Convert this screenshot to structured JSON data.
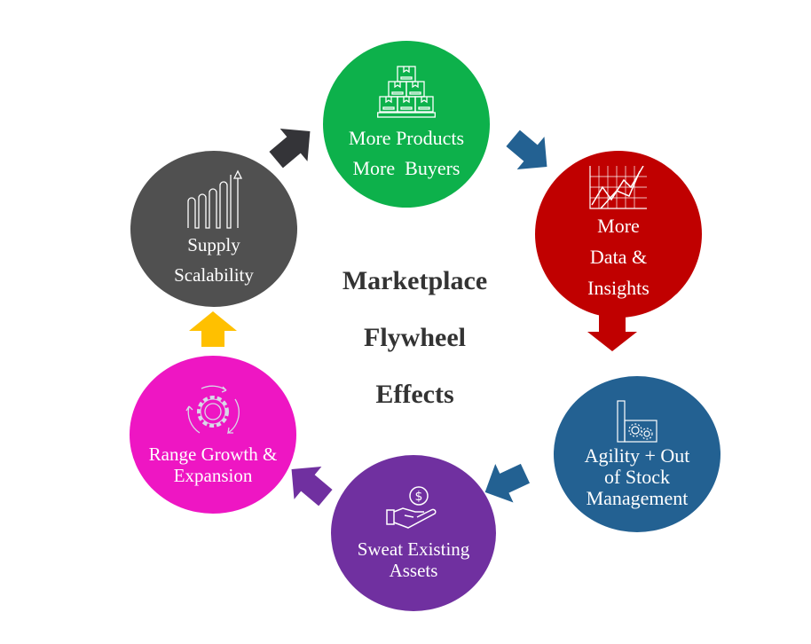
{
  "title": [
    "Marketplace",
    "Flywheel",
    "Effects"
  ],
  "nodes": [
    {
      "id": "more-products",
      "icon": "stacked-boxes-icon",
      "lines": [
        "More Products",
        "More  Buyers"
      ],
      "color": "#0db14b"
    },
    {
      "id": "more-data",
      "icon": "line-chart-icon",
      "lines": [
        "More",
        "Data &",
        "Insights"
      ],
      "color": "#c00000"
    },
    {
      "id": "agility",
      "icon": "factory-gears-icon",
      "lines": [
        "Agility + Out",
        "of Stock",
        "Management"
      ],
      "color": "#236192"
    },
    {
      "id": "sweat-assets",
      "icon": "hand-dollar-icon",
      "lines": [
        "Sweat Existing",
        "Assets"
      ],
      "color": "#7030a0"
    },
    {
      "id": "range-growth",
      "icon": "gear-cycle-icon",
      "lines": [
        "Range Growth &",
        "Expansion"
      ],
      "color": "#ee16c3"
    },
    {
      "id": "supply-scalability",
      "icon": "growth-bars-icon",
      "lines": [
        "Supply",
        "Scalability"
      ],
      "color": "#505050"
    }
  ],
  "arrows": [
    {
      "from": "supply-scalability",
      "to": "more-products",
      "color": "#343438"
    },
    {
      "from": "more-products",
      "to": "more-data",
      "color": "#236192"
    },
    {
      "from": "more-data",
      "to": "agility",
      "color": "#c00000"
    },
    {
      "from": "agility",
      "to": "sweat-assets",
      "color": "#236192"
    },
    {
      "from": "sweat-assets",
      "to": "range-growth",
      "color": "#7030a0"
    },
    {
      "from": "range-growth",
      "to": "supply-scalability",
      "color": "#ffc000"
    }
  ]
}
